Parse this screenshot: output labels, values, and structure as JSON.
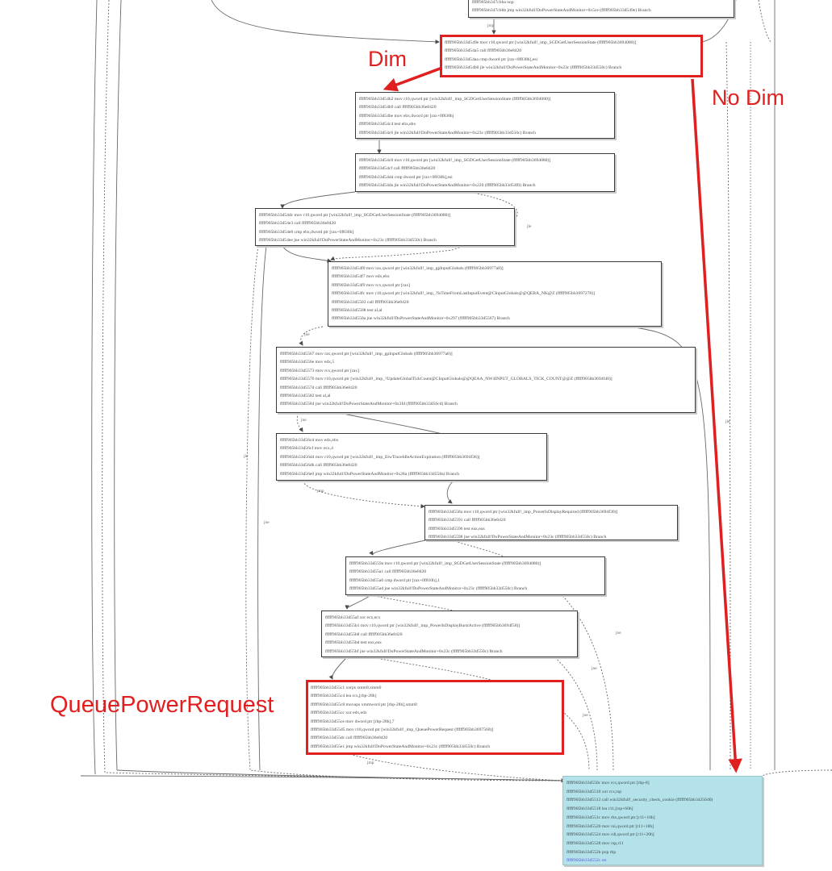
{
  "annotations": {
    "dim": "Dim",
    "no_dim": "No Dim",
    "queue_power_request": "QueuePowerRequest"
  },
  "colors": {
    "highlight": "#e02020",
    "exit_block_bg": "#b3e2ea",
    "block_border": "#3a3a3a",
    "edge": "#6a6a6a"
  },
  "edge_labels": {
    "jmp": "jmp",
    "jle": "jle",
    "jne": "jne",
    "je": "je"
  },
  "blocks": {
    "b0": [
      "fffff905bb347cbba nop",
      "fffff905bb347cbbb jmp  win32kfull!DoPowerStateAndMonitor+0x5ce (fffff905bb33d549e) Branch"
    ],
    "b1": [
      "fffff905bb33d549e mov  r10,qword ptr [win32kfull!_imp_SGDGetUserSessionState (fffff905bb3694080)]",
      "fffff905bb33d54a5 call  fffff905bb36e8420",
      "fffff905bb33d54aa cmp dword ptr [rax+0f838h],esi",
      "fffff905bb33d54b0 jle    win32kfull!DoPowerStateAndMonitor+0x23c (fffff905bb33d550c) Branch"
    ],
    "b2": [
      "fffff905bb33d54b2 mov r10,qword ptr [win32kfull!_imp_SGDGetUserSessionState (fffff905bb3694080)]",
      "fffff905bb33d54b9 call  fffff905bb36e8420",
      "fffff905bb33d54be mov ebx,dword ptr [rax+0f838h]",
      "fffff905bb33d54c4 test  ebx,ebx",
      "fffff905bb33d54c6 jle    win32kfull!DoPowerStateAndMonitor+0x23c (fffff905bb33d550c) Branch"
    ],
    "b3": [
      "fffff905bb33d54c8 mov r10,qword ptr [win32kfull!_imp_SGDGetUserSessionState (fffff905bb3694080)]",
      "fffff905bb33d54cf call  fffff905bb36e8420",
      "fffff905bb33d54d4 cmp dword ptr [rax+0f830h],esi",
      "fffff905bb33d54da jle    win32kfull!DoPowerStateAndMonitor+0x220 (fffff905bb33d54f0) Branch"
    ],
    "b4": [
      "fffff905bb33d54dc mov r10,qword ptr [win32kfull!_imp_SGDGetUserSessionState (fffff905bb3694080)]",
      "fffff905bb33d54e3 call  fffff905bb36e8420",
      "fffff905bb33d54e8 cmp ebx,dword ptr [rax+0f830h]",
      "fffff905bb33d54ee jne    win32kfull!DoPowerStateAndMonitor+0x23c (fffff905bb33d550c) Branch"
    ],
    "b5": [
      "fffff905bb33d54f0  mov rax,qword ptr [win32kfull!_imp_gpInputGlobals (fffff905bb36977a8)]",
      "fffff905bb33d54f7  mov edx,ebx",
      "fffff905bb33d54f9  mov rcx,qword ptr [rax]",
      "fffff905bb33d54fc  mov r10,qword ptr [win32kfull!_imp_?IsTimeFromLastInputEvent@CInputGlobals@@QEBA_NK@Z (fffff905bb3697278)]",
      "fffff905bb33d5503 call  fffff905bb36e8420",
      "fffff905bb33d5508 test  al,al",
      "fffff905bb33d550a jne   win32kfull!DoPowerStateAndMonitor+0x297 (fffff905bb33d5567) Branch"
    ],
    "b6": [
      "fffff905bb33d5567 mov rax,qword ptr [win32kfull!_imp_gpInputGlobals (fffff905bb36977a8)]",
      "fffff905bb33d556e mov edx,5",
      "fffff905bb33d5573 mov rcx,qword ptr [rax]",
      "fffff905bb33d5576 mov r10,qword ptr [win32kfull!_imp_?UpdateGlobalTickCount@CInputGlobals@@QEAA_NW4INPUT_GLOBALS_TICK_COUNT@@Z (fffff905bb3694f40)]",
      "fffff905bb33d557d call  fffff905bb36e8420",
      "fffff905bb33d5582 test  al,al",
      "fffff905bb33d5584 jne   win32kfull!DoPowerStateAndMonitor+0x3fd (fffff905bb33d56cd) Branch"
    ],
    "b7": [
      "fffff905bb33d56cd mov edx,ebx",
      "fffff905bb33d56cf mov ecx,4",
      "fffff905bb33d56d4 mov r10,qword ptr [win32kfull!_imp_EtwTraceIdleActionExpiration (fffff905bb3694f38)]",
      "fffff905bb33d56db call  fffff905bb36e8420",
      "fffff905bb33d56e0 jmp  win32kfull!DoPowerStateAndMonitor+0x28a (fffff905bb33d558a) Branch"
    ],
    "b8": [
      "fffff905bb33d558a mov r10,qword ptr [win32kfull!_imp_PowerIsDisplayRequired (fffff905bb3694f30)]",
      "fffff905bb33d5591 call  fffff905bb36e8420",
      "fffff905bb33d5596 test  eax,eax",
      "fffff905bb33d5598 jne   win32kfull!DoPowerStateAndMonitor+0x23c (fffff905bb33d550c) Branch"
    ],
    "b9": [
      "fffff905bb33d559a mov r10,qword ptr [win32kfull!_imp_SGDGetUserSessionState (fffff905bb3694080)]",
      "fffff905bb33d55a1 call  fffff905bb36e8420",
      "fffff905bb33d55a6 cmp dword ptr [rax+0f810h],1",
      "fffff905bb33d55ad jne   win32kfull!DoPowerStateAndMonitor+0x23c (fffff905bb33d550c) Branch"
    ],
    "b10": [
      "fffff905bb33d55af xor  ecx,ecx",
      "fffff905bb33d55b1 mov r10,qword ptr [win32kfull!_imp_PowerIsDisplayBurstActive (fffff905bb3694f58)]",
      "fffff905bb33d55b8 call  fffff905bb36e8420",
      "fffff905bb33d55bd test  eax,eax",
      "fffff905bb33d55bf jne   win32kfull!DoPowerStateAndMonitor+0x23c (fffff905bb33d550c) Branch"
    ],
    "b11": [
      "fffff905bb33d55c1 xorps    xmm0,xmm0",
      "fffff905bb33d55c4 lea      rcx,[rbp-28h]",
      "fffff905bb33d55c8 movups xmmword ptr [rbp-28h],xmm0",
      "fffff905bb33d55cc xor      edx,edx",
      "fffff905bb33d55ce mov      dword ptr [rbp-28h],7",
      "fffff905bb33d55d5 mov      r10,qword ptr [win32kfull!_imp_QueuePowerRequest (fffff905bb3697560)]",
      "fffff905bb33d55dc call      fffff905bb36e8420",
      "fffff905bb33d55e1 jmp      win32kfull!DoPowerStateAndMonitor+0x23c (fffff905bb33d550c) Branch"
    ],
    "b12": [
      "fffff905bb33d550c mov rcx,qword ptr [rbp-8]",
      "fffff905bb33d5510 xor  rcx,rsp",
      "fffff905bb33d5513 call  win32kfull!_security_check_cookie (fffff905bb34256d0)",
      "fffff905bb33d5518 lea   r11,[rsp+60h]",
      "fffff905bb33d551c mov rbx,qword ptr [r11+10h]",
      "fffff905bb33d5520 mov rsi,qword ptr [r11+18h]",
      "fffff905bb33d5524 mov rdi,qword ptr [r11+20h]",
      "fffff905bb33d5528 mov rsp,r11",
      "fffff905bb33d552b pop  rbp",
      "fffff905bb33d552c ret"
    ]
  }
}
